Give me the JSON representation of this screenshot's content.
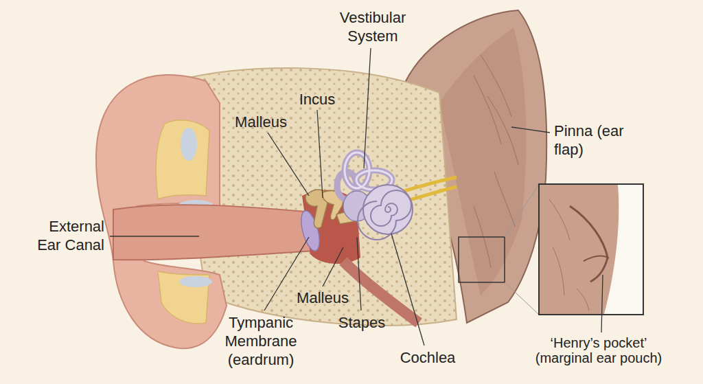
{
  "diagram": {
    "labels": [
      "Vestibular System",
      "Incus",
      "Malleus",
      "Pinna (ear flap)",
      "External Ear Canal",
      "Malleus",
      "Tympanic Membrane (eardrum)",
      "Stapes",
      "Cochlea",
      "‘Henry’s pocket’ (marginal ear pouch)"
    ]
  }
}
